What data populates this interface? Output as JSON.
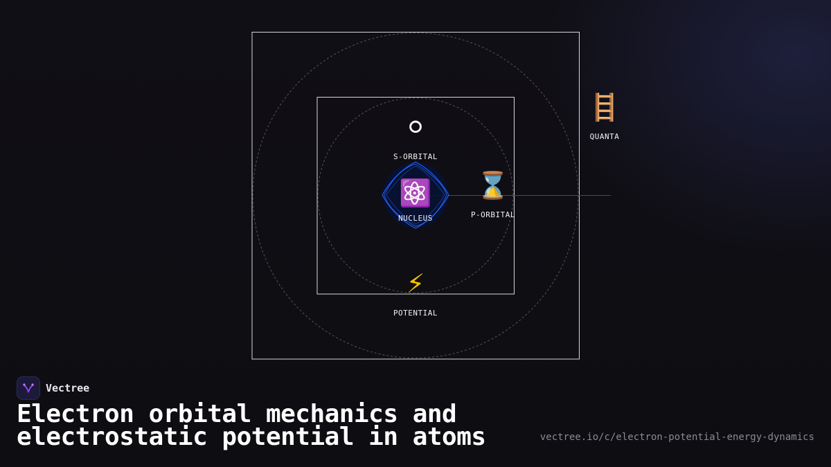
{
  "brand": {
    "name": "Vectree",
    "logo_icon": "vectree-logo-icon",
    "accent": "#a64dff"
  },
  "title": "Electron orbital mechanics and electrostatic potential in atoms",
  "url": "vectree.io/c/electron-potential-energy-dynamics",
  "nodes": {
    "nucleus": {
      "label": "NUCLEUS",
      "emoji": "⚛️",
      "icon": "atom-icon"
    },
    "s_orbital": {
      "label": "S-ORBITAL",
      "emoji": "⚪",
      "icon": "white-circle-icon"
    },
    "p_orbital": {
      "label": "P-ORBITAL",
      "emoji": "⌛",
      "icon": "hourglass-icon"
    },
    "potential": {
      "label": "POTENTIAL",
      "emoji": "⚡",
      "icon": "lightning-icon"
    },
    "quanta": {
      "label": "QUANTA",
      "emoji": "🪜",
      "icon": "ladder-icon"
    }
  },
  "colors": {
    "nucleus_glow": "#1f5fff",
    "frame": "#d8d8dc",
    "orbit": "#5a5a62"
  }
}
